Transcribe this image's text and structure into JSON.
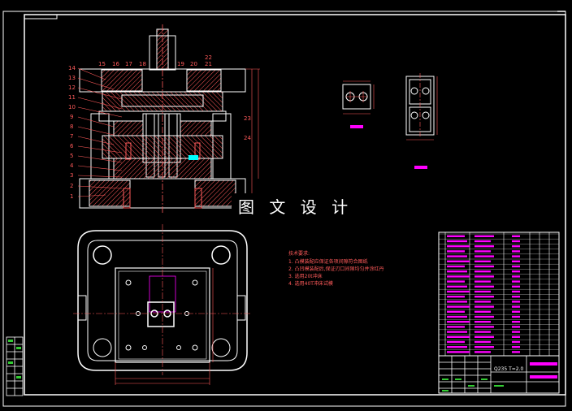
{
  "watermark": "图 文 设 计",
  "part_numbers_left": [
    "14",
    "13",
    "12",
    "11",
    "10",
    "9",
    "8",
    "7",
    "6",
    "5",
    "4",
    "3",
    "2",
    "1"
  ],
  "part_numbers_top": [
    "15",
    "16",
    "17",
    "18",
    "19",
    "20",
    "21",
    "22"
  ],
  "part_number_23": "23",
  "part_number_24": "24",
  "tech_requirements": {
    "title": "技术要求:",
    "lines": [
      "1. 凸模装配应保证各项间隙符合图纸",
      "2. 凸凹模装配后,保证刃口间隙均匀并涂红丹",
      "3. 选用20t冲床",
      "4. 选用40T冲床试模"
    ]
  },
  "title_block": {
    "material": "Q235 T=2.0"
  },
  "colors": {
    "outline": "#ffffff",
    "hatch": "#ff5a5a",
    "text": "#ff5a5a",
    "accent": "#ff00ff",
    "highlight": "#00ffff"
  }
}
